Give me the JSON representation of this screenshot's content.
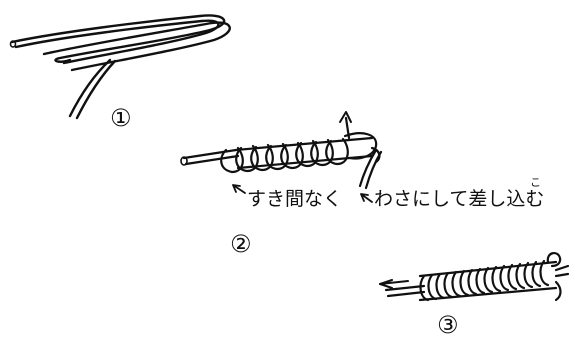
{
  "steps": [
    {
      "number": "①"
    },
    {
      "number": "②"
    },
    {
      "number": "③"
    }
  ],
  "annotations": {
    "no_gap": "すき間なく",
    "tuck_in": "わさにして差し込む",
    "ruby_ko": "こ"
  },
  "colors": {
    "ink": "#111111",
    "paper": "#ffffff"
  }
}
